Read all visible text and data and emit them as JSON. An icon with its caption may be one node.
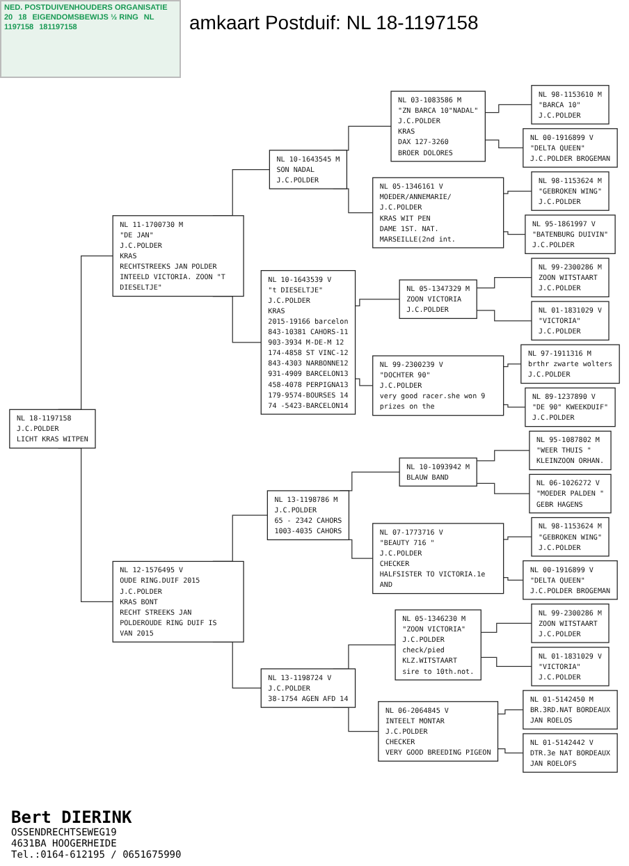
{
  "diagram": {
    "title": "amkaart Postduif: NL 18-1197158",
    "nodes": [
      {
        "text": [
          "NL 18-1197158",
          "J.C.POLDER",
          "LICHT KRAS WITPEN"
        ]
      },
      {
        "text": [
          "NL 11-1700730 M",
          "\"DE JAN\"",
          "J.C.POLDER",
          "KRAS",
          "RECHTSTREEKS JAN POLDER INTEELD VICTORIA. ZOON \"T DIESELTJE\""
        ]
      },
      {
        "text": [
          "NL 12-1576495 V",
          "OUDE RING.DUIF 2015",
          "J.C.POLDER",
          "KRAS BONT",
          "RECHT STREEKS JAN POLDEROUDE RING DUIF IS VAN 2015"
        ]
      },
      {
        "text": [
          "NL 10-1643545 M",
          "SON NADAL",
          "J.C.POLDER"
        ]
      },
      {
        "text": [
          "NL 10-1643539 V",
          "\"t DIESELTJE\"",
          "J.C.POLDER",
          "KRAS",
          "2015-19166 barcelon",
          "843-10381 CAHORS-11",
          "903-3934 M-DE-M 12",
          "174-4858 ST VINC-12",
          "843-4303 NARBONNE12",
          "931-4909 BARCELON13",
          "458-4078 PERPIGNA13",
          "179-9574-BOURSES 14",
          "74 -5423-BARCELON14"
        ]
      },
      {
        "text": [
          "NL 13-1198786 M",
          "J.C.POLDER",
          "65 - 2342 CAHORS",
          "1003-4035 CAHORS"
        ]
      },
      {
        "text": [
          "NL 13-1198724 V",
          "J.C.POLDER",
          "38-1754 AGEN AFD 14"
        ]
      },
      {
        "text": [
          "NL 03-1083586 M",
          "\"ZN BARCA 10\"NADAL\"",
          "J.C.POLDER",
          "KRAS",
          "DAX 127-3260",
          "BROER DOLORES"
        ]
      },
      {
        "text": [
          "NL 05-1346161 V",
          "MOEDER/ANNEMARIE/",
          "J.C.POLDER",
          "KRAS WIT PEN",
          "DAME 1ST. NAT. MARSEILLE(2nd int."
        ]
      },
      {
        "text": [
          "NL 05-1347329 M",
          "ZOON VICTORIA",
          "J.C.POLDER"
        ]
      },
      {
        "text": [
          "NL 99-2300239 V",
          "\"DOCHTER 90\"",
          "J.C.POLDER",
          "very good racer.she won 9 prizes on the"
        ]
      },
      {
        "text": [
          "NL 10-1093942 M",
          "BLAUW BAND"
        ]
      },
      {
        "text": [
          "NL 07-1773716 V",
          "\"BEAUTY 716 \"",
          "J.C.POLDER",
          "CHECKER",
          "HALFSISTER TO VICTORIA.1e AND"
        ]
      },
      {
        "text": [
          "NL 05-1346230 M",
          "\"ZOON VICTORIA\"",
          "J.C.POLDER",
          "check/pied",
          "KLZ.WITSTAART",
          "sire to 10th.not."
        ]
      },
      {
        "text": [
          "NL 06-2064845 V",
          "INTEELT MONTAR",
          "J.C.POLDER",
          "CHECKER",
          "VERY GOOD BREEDING PIGEON"
        ]
      },
      {
        "text": [
          "NL 98-1153610 M",
          "\"BARCA 10\"",
          "J.C.POLDER"
        ]
      },
      {
        "text": [
          "NL 00-1916899 V",
          "\"DELTA QUEEN\"",
          "J.C.POLDER BROGEMAN"
        ]
      },
      {
        "text": [
          "NL 98-1153624 M",
          "\"GEBROKEN WING\"",
          "J.C.POLDER"
        ]
      },
      {
        "text": [
          "NL 95-1861997 V",
          "\"BATENBURG DUIVIN\"",
          "J.C.POLDER"
        ]
      },
      {
        "text": [
          "NL 99-2300286 M",
          "ZOON WITSTAART",
          "J.C.POLDER"
        ]
      },
      {
        "text": [
          "NL 01-1831029 V",
          "\"VICTORIA\"",
          "J.C.POLDER"
        ]
      },
      {
        "text": [
          "NL 97-1911316 M",
          "brthr zwarte wolters",
          "J.C.POLDER"
        ]
      },
      {
        "text": [
          "NL 89-1237890 V",
          "\"DE 90\" KWEEKDUIF\"",
          "J.C.POLDER"
        ]
      },
      {
        "text": [
          "NL 95-1087802 M",
          "\"WEER THUIS \"",
          "KLEINZOON ORHAN."
        ]
      },
      {
        "text": [
          "NL 06-1026272 V",
          "\"MOEDER PALDEN \"",
          "GEBR HAGENS"
        ]
      },
      {
        "text": [
          "NL 98-1153624 M",
          "\"GEBROKEN WING\"",
          "J.C.POLDER"
        ]
      },
      {
        "text": [
          "NL 00-1916899 V",
          "\"DELTA QUEEN\"",
          "J.C.POLDER BROGEMAN"
        ]
      },
      {
        "text": [
          "NL 99-2300286 M",
          "ZOON WITSTAART",
          "J.C.POLDER"
        ]
      },
      {
        "text": [
          "NL 01-1831029 V",
          "\"VICTORIA\"",
          "J.C.POLDER"
        ]
      },
      {
        "text": [
          "NL 01-5142450 M",
          "BR.3RD.NAT BORDEAUX",
          "JAN ROELOS"
        ]
      },
      {
        "text": [
          "NL 01-5142442 V",
          "DTR.3e NAT BORDEAUX",
          "JAN ROELOFS"
        ]
      }
    ],
    "edges": [
      {
        "from": 0,
        "to": 1,
        "arrow": "none"
      },
      {
        "from": 0,
        "to": 2,
        "arrow": "none"
      },
      {
        "from": 1,
        "to": 3,
        "arrow": "none"
      },
      {
        "from": 1,
        "to": 4,
        "arrow": "none"
      },
      {
        "from": 2,
        "to": 5,
        "arrow": "none"
      },
      {
        "from": 2,
        "to": 6,
        "arrow": "none"
      },
      {
        "from": 3,
        "to": 7,
        "arrow": "none"
      },
      {
        "from": 3,
        "to": 8,
        "arrow": "none"
      },
      {
        "from": 4,
        "to": 9,
        "arrow": "none"
      },
      {
        "from": 4,
        "to": 10,
        "arrow": "none"
      },
      {
        "from": 5,
        "to": 11,
        "arrow": "none"
      },
      {
        "from": 5,
        "to": 12,
        "arrow": "none"
      },
      {
        "from": 6,
        "to": 13,
        "arrow": "none"
      },
      {
        "from": 6,
        "to": 14,
        "arrow": "none"
      },
      {
        "from": 7,
        "to": 15,
        "arrow": "none"
      },
      {
        "from": 7,
        "to": 16,
        "arrow": "none"
      },
      {
        "from": 8,
        "to": 17,
        "arrow": "none"
      },
      {
        "from": 8,
        "to": 18,
        "arrow": "none"
      },
      {
        "from": 9,
        "to": 19,
        "arrow": "none"
      },
      {
        "from": 9,
        "to": 20,
        "arrow": "none"
      },
      {
        "from": 10,
        "to": 21,
        "arrow": "none"
      },
      {
        "from": 10,
        "to": 22,
        "arrow": "none"
      },
      {
        "from": 11,
        "to": 23,
        "arrow": "none"
      },
      {
        "from": 11,
        "to": 24,
        "arrow": "none"
      },
      {
        "from": 12,
        "to": 25,
        "arrow": "none"
      },
      {
        "from": 12,
        "to": 26,
        "arrow": "none"
      },
      {
        "from": 13,
        "to": 27,
        "arrow": "none"
      },
      {
        "from": 13,
        "to": 28,
        "arrow": "none"
      },
      {
        "from": 14,
        "to": 29,
        "arrow": "none"
      },
      {
        "from": 14,
        "to": 30,
        "arrow": "none"
      }
    ],
    "labels": [
      "NED. POSTDUIVENHOUDERS ORGANISATIE",
      "20",
      "18",
      "EIGENDOMSBEWIJS ½ RING",
      "NL",
      "1197158",
      "181197158",
      "Bert DIERINK",
      "OSSENDRECHTSEWEG19",
      "4631BA HOOGERHEIDE",
      "Tel.:0164-612195 / 0651675990"
    ]
  }
}
